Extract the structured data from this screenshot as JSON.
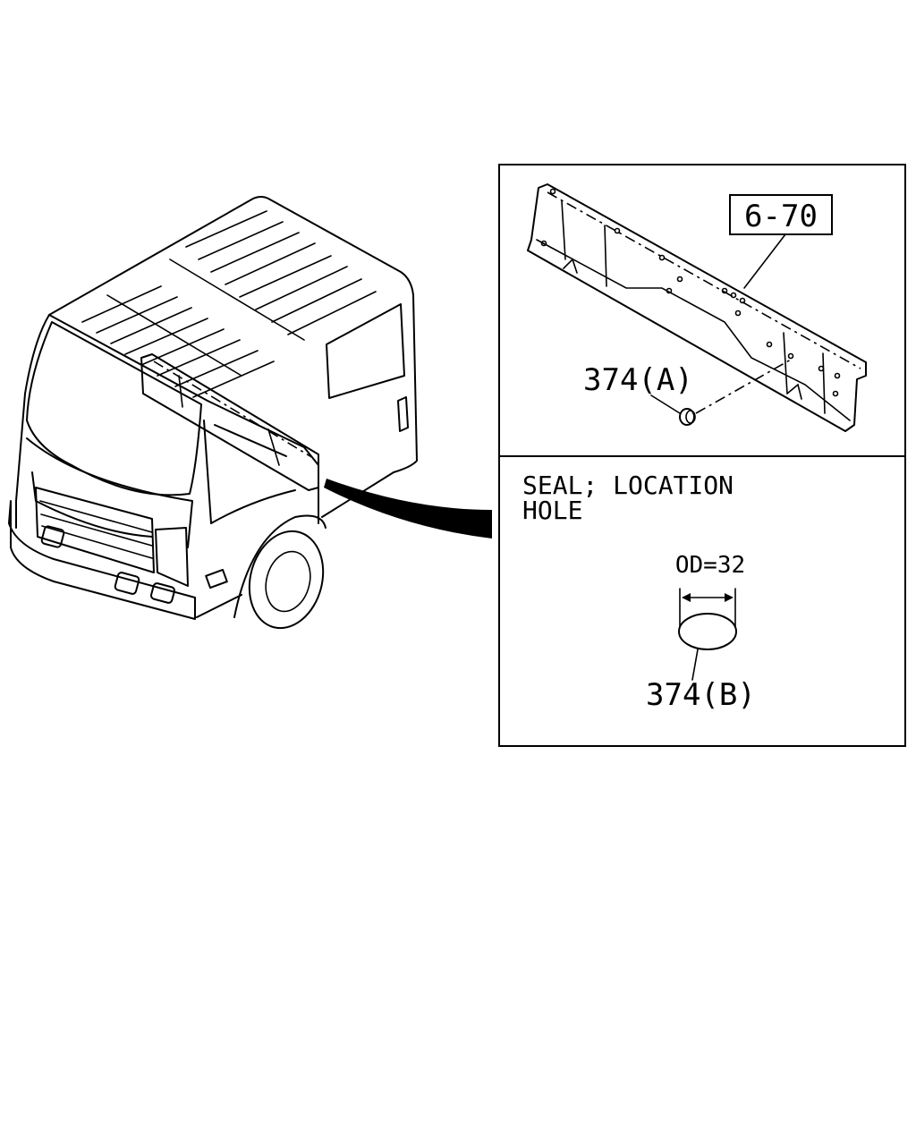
{
  "diagram": {
    "callout_ref": "6-70",
    "part_a_label": "374(A)",
    "note_line1": "SEAL; LOCATION",
    "note_line2": "HOLE",
    "dimension_label": "OD=32",
    "part_b_label": "374(B)"
  }
}
